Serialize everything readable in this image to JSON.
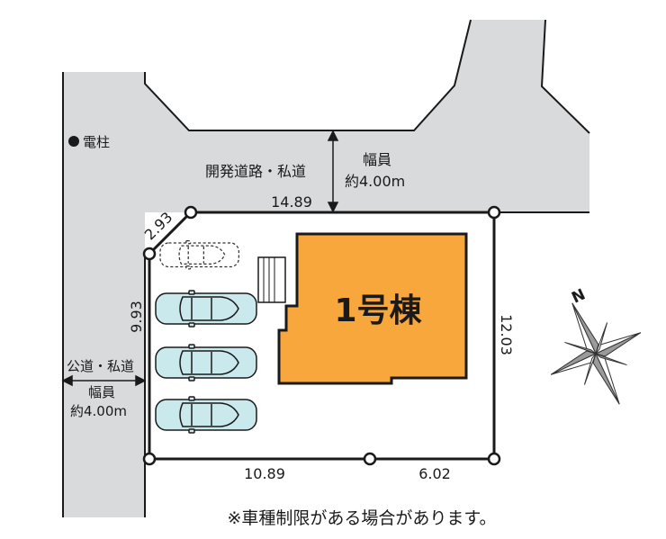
{
  "labels": {
    "utility_pole": "電柱",
    "private_road": "開発道路・私道",
    "private_road_width_title": "幅員",
    "private_road_width": "約4.00m",
    "public_road": "公道・私道",
    "public_road_width_title": "幅員",
    "public_road_width": "約4.00m",
    "building": "1号棟",
    "note": "※車種制限がある場合があります。",
    "compass_letter": "N"
  },
  "dimensions": {
    "top": "14.89",
    "corner": "2.93",
    "left": "9.93",
    "right": "12.03",
    "bottom_left": "10.89",
    "bottom_right": "6.02"
  },
  "colors": {
    "road": "#d9dadb",
    "building": "#f7a73b",
    "car": "#c9e9ec",
    "outline": "#1a1a1a"
  },
  "parking": {
    "spaces": 4,
    "solid_cars": 3,
    "dashed_cars": 1
  }
}
